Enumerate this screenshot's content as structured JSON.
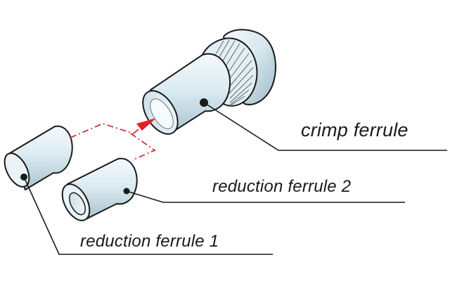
{
  "labels": {
    "crimp_ferrule": "crimp ferrule",
    "reduction_ferrule_2": "reduction ferrule 2",
    "reduction_ferrule_1": "reduction ferrule 1"
  },
  "colors": {
    "metal_light": "#eef6f9",
    "metal_mid": "#cfe2ea",
    "metal_dark": "#9fbcc8",
    "outline": "#1a1a1a",
    "path_line": "#d0303a",
    "arrow": "#e0202a"
  }
}
